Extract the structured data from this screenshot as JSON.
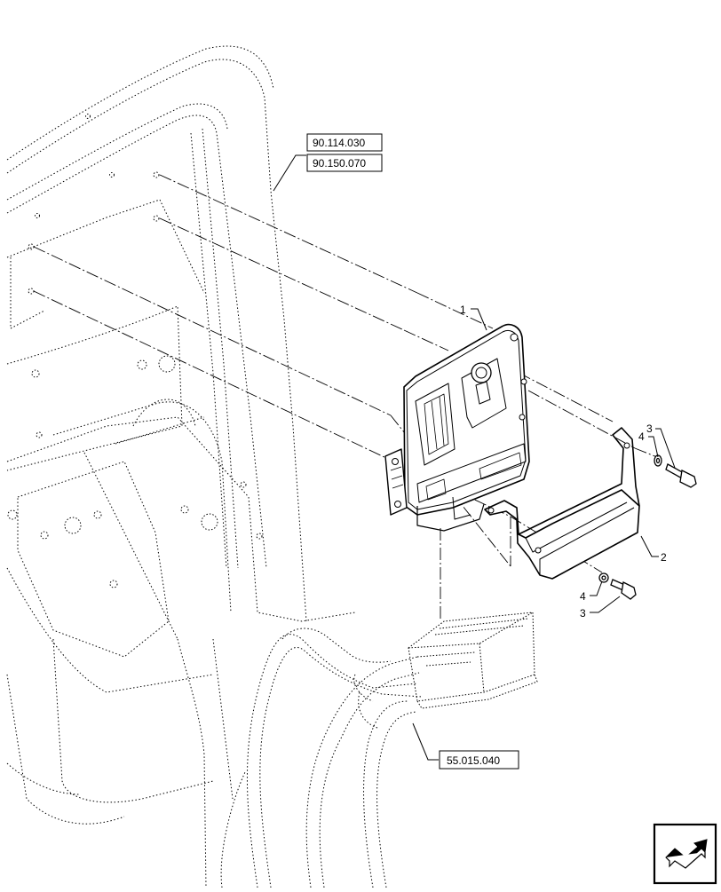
{
  "references": {
    "upper_1": "90.114.030",
    "upper_2": "90.150.070",
    "harness": "55.015.040"
  },
  "callouts": {
    "ecu": "1",
    "bracket": "2",
    "bolt_upper": "3",
    "washer_upper": "4",
    "washer_lower": "4",
    "bolt_lower": "3"
  },
  "icons": {
    "corner": "next-page-arrow-icon"
  },
  "colors": {
    "line": "#000000",
    "background": "#ffffff"
  }
}
